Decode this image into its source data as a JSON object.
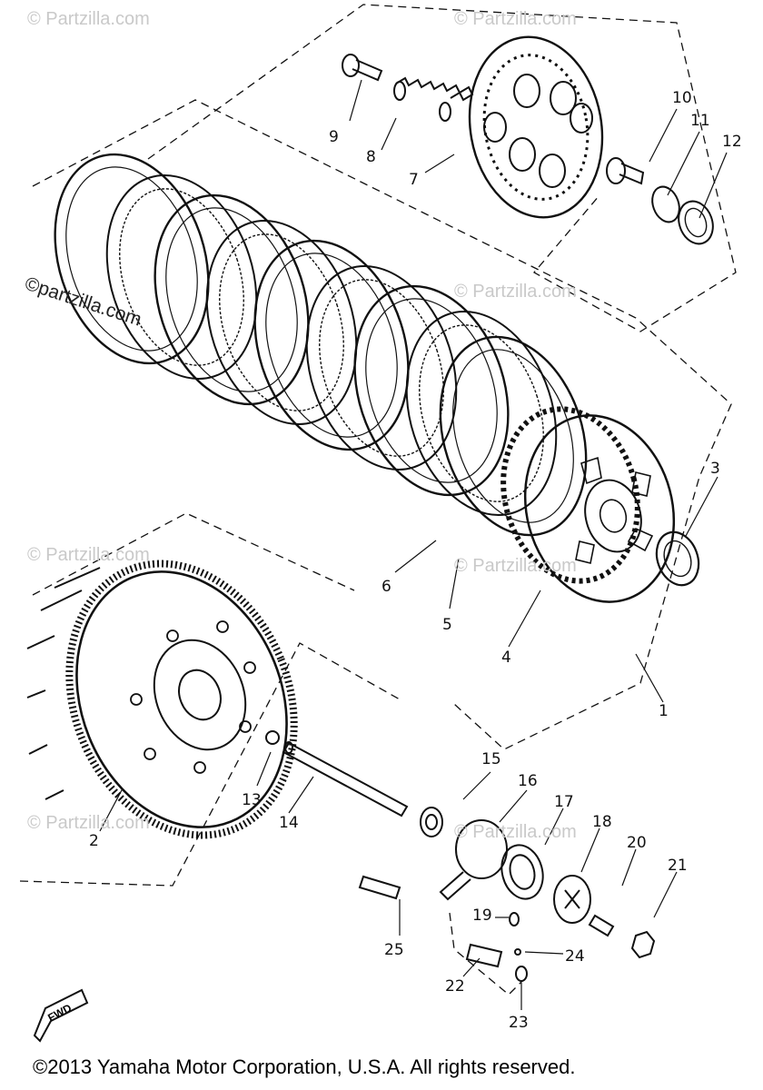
{
  "diagram": {
    "callouts": [
      {
        "id": "1",
        "text": "1"
      },
      {
        "id": "2",
        "text": "2"
      },
      {
        "id": "3",
        "text": "3"
      },
      {
        "id": "4",
        "text": "4"
      },
      {
        "id": "5",
        "text": "5"
      },
      {
        "id": "6",
        "text": "6"
      },
      {
        "id": "7",
        "text": "7"
      },
      {
        "id": "8",
        "text": "8"
      },
      {
        "id": "9",
        "text": "9"
      },
      {
        "id": "10",
        "text": "10"
      },
      {
        "id": "11",
        "text": "11"
      },
      {
        "id": "12",
        "text": "12"
      },
      {
        "id": "13",
        "text": "13"
      },
      {
        "id": "14",
        "text": "14"
      },
      {
        "id": "15",
        "text": "15"
      },
      {
        "id": "16",
        "text": "16"
      },
      {
        "id": "17",
        "text": "17"
      },
      {
        "id": "18",
        "text": "18"
      },
      {
        "id": "19",
        "text": "19"
      },
      {
        "id": "20",
        "text": "20"
      },
      {
        "id": "21",
        "text": "21"
      },
      {
        "id": "22",
        "text": "22"
      },
      {
        "id": "23",
        "text": "23"
      },
      {
        "id": "24",
        "text": "24"
      },
      {
        "id": "25",
        "text": "25"
      }
    ],
    "fwd_label": "FWD",
    "watermark_text": "© Partzilla.com",
    "watermark_prominent": "©partzilla.com"
  },
  "footer": {
    "copyright": "©2013  Yamaha Motor Corporation, U.S.A. All rights reserved."
  }
}
